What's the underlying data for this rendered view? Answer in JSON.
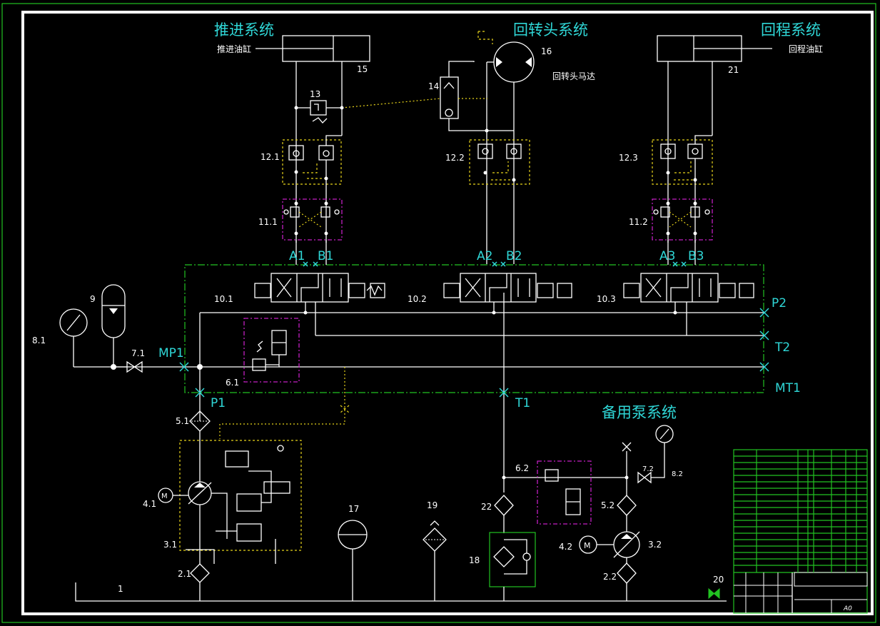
{
  "titles": {
    "feed_system": "推进系统",
    "rotary_system": "回转头系统",
    "return_system": "回程系统",
    "standby_pump_system": "备用泵系统"
  },
  "labels": {
    "feed_cylinder": "推进油缸",
    "rotary_motor": "回转头马达",
    "return_cylinder": "回程油缸"
  },
  "ports": {
    "A1": "A1",
    "B1": "B1",
    "A2": "A2",
    "B2": "B2",
    "A3": "A3",
    "B3": "B3",
    "P1": "P1",
    "P2": "P2",
    "T1": "T1",
    "T2": "T2",
    "MP1": "MP1",
    "MT1": "MT1"
  },
  "components": {
    "c1": "1",
    "c2_1": "2.1",
    "c2_2": "2.2",
    "c3_1": "3.1",
    "c3_2": "3.2",
    "c4_1": "4.1",
    "c4_2": "4.2",
    "c5_1": "5.1",
    "c5_2": "5.2",
    "c6_1": "6.1",
    "c6_2": "6.2",
    "c7_1": "7.1",
    "c7_2": "7.2",
    "c8_1": "8.1",
    "c8_2": "8.2",
    "c9": "9",
    "c10_1": "10.1",
    "c10_2": "10.2",
    "c10_3": "10.3",
    "c11_1": "11.1",
    "c11_2": "11.2",
    "c12_1": "12.1",
    "c12_2": "12.2",
    "c12_3": "12.3",
    "c13": "13",
    "c14": "14",
    "c15": "15",
    "c16": "16",
    "c17": "17",
    "c18": "18",
    "c19": "19",
    "c20": "20",
    "c21": "21",
    "c22": "22"
  },
  "motor_letter": "M",
  "title_block": {
    "sheet_size": "A0"
  },
  "colors": {
    "background": "#000000",
    "lines": "#ffffff",
    "title_text": "#2fd7d7",
    "pilot_lines": "#e6d21a",
    "frame": "#22c222",
    "valve_block": "#c21fc2"
  }
}
